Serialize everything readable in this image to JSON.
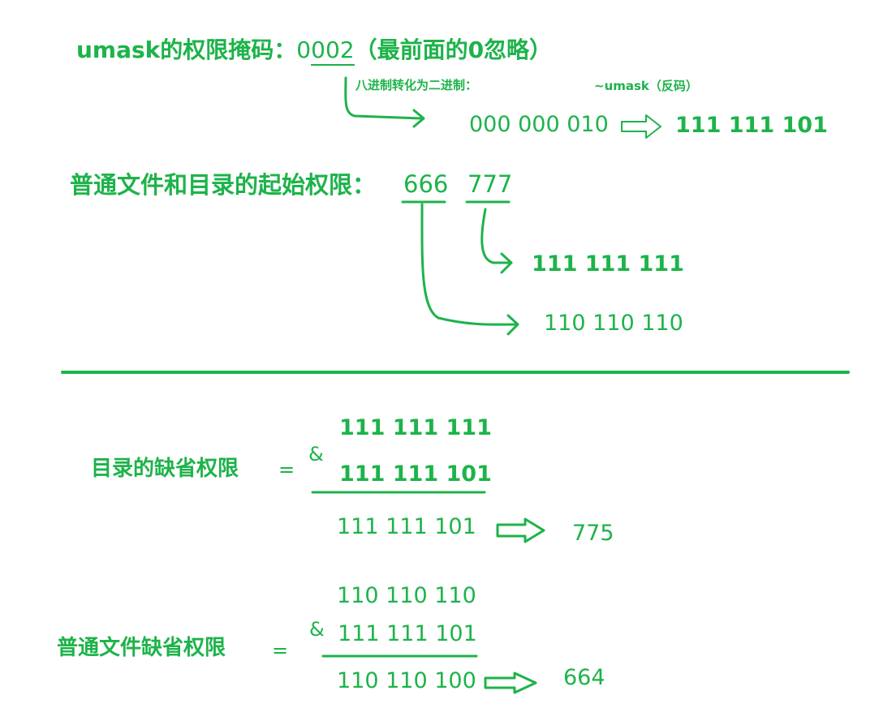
{
  "umask": {
    "label": "umask的权限掩码：",
    "prefix_digit": "0",
    "value": "002",
    "note": "（最前面的0忽略）"
  },
  "conversion": {
    "octal_to_binary_label": "八进制转化为二进制：",
    "inverse_label": "~umask（反码）",
    "binary": "000 000 010",
    "inverse_binary": "111 111 101"
  },
  "initial": {
    "label": "普通文件和目录的起始权限：",
    "file_value": "666",
    "dir_value": "777",
    "dir_binary": "111 111 111",
    "file_binary": "110 110 110"
  },
  "dir_calc": {
    "label": "目录的缺省权限",
    "equals": "=",
    "operand1": "111 111 111",
    "operator": "&",
    "operand2": "111 111 101",
    "result": "111 111 101",
    "final": "775"
  },
  "file_calc": {
    "label": "普通文件缺省权限",
    "equals": "=",
    "operand1": "110 110 110",
    "operator": "&",
    "operand2": "111 111 101",
    "result": "110 110 100",
    "final": "664"
  },
  "colors": {
    "ink": "#1db34a",
    "background": "#ffffff"
  }
}
